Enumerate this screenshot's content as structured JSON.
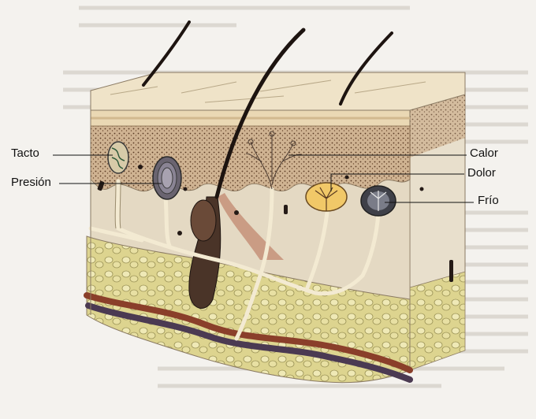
{
  "figure": {
    "labels": {
      "tacto": "Tacto",
      "presion": "Presión",
      "calor": "Calor",
      "dolor": "Dolor",
      "frio": "Frío"
    },
    "colors": {
      "page_background": "#f4f2ee",
      "epidermis": "#e9d6b6",
      "dermis": "#dcc9b0",
      "fat": "#ddd48f",
      "vein": "#4b3a52",
      "artery": "#8a3f2a",
      "hair": "#1d1410",
      "nerve": "#f3ead2"
    }
  }
}
